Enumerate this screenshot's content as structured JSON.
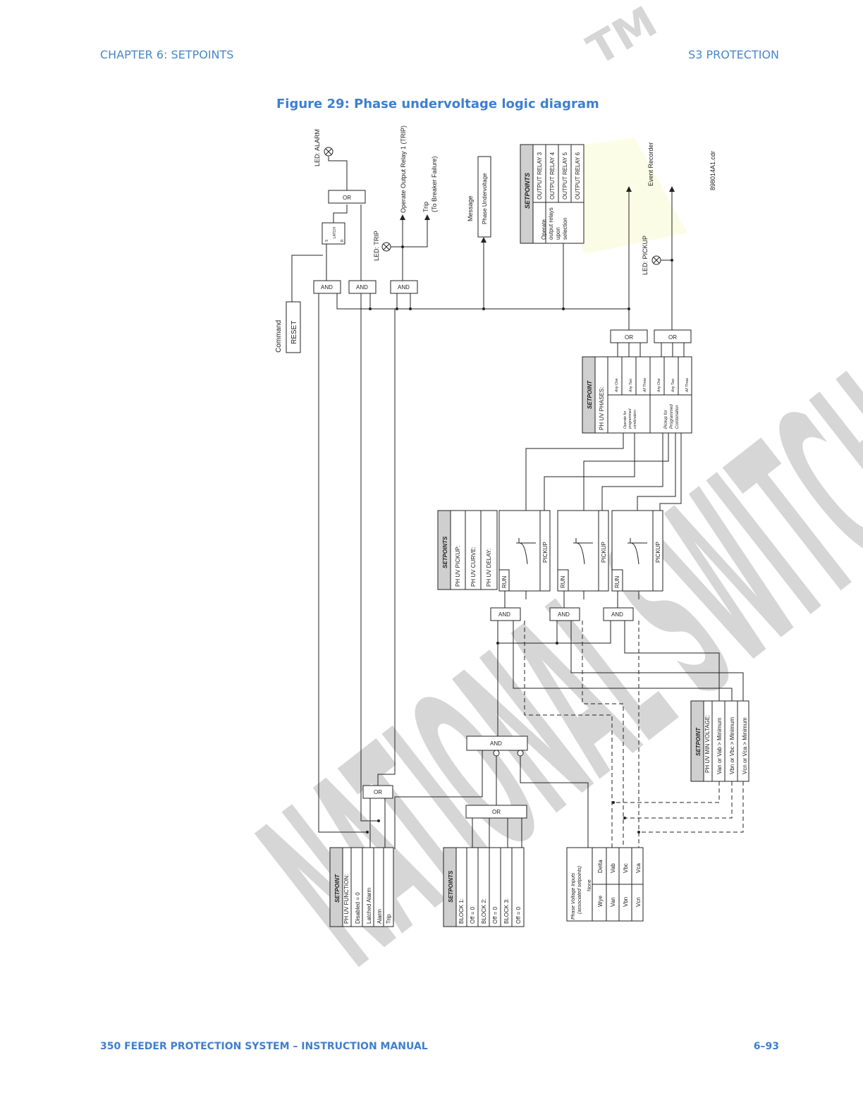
{
  "header": {
    "chapter": "CHAPTER 6: SETPOINTS",
    "section": "S3 PROTECTION"
  },
  "figure": {
    "title": "Figure 29: Phase undervoltage logic diagram",
    "code": "898014A1.cdr"
  },
  "footer": {
    "manual": "350 FEEDER PROTECTION SYSTEM – INSTRUCTION MANUAL",
    "page": "6–93"
  },
  "watermark": {
    "text": "NATIONAL SWITCHGEAR",
    "tm": "TM",
    "color": "#9e9e9e",
    "accent": "#e7f27a"
  },
  "gates": {
    "or": "OR",
    "and": "AND",
    "latch": "LATCH",
    "set": "S",
    "reset": "R",
    "run": "RUN",
    "pickup": "PICKUP"
  },
  "outputs": {
    "led_alarm": "LED: ALARM",
    "led_trip": "LED: TRIP",
    "led_pickup": "LED: PICKUP",
    "operate_relay": "Operate Output Relay 1 (TRIP)",
    "trip": "Trip",
    "trip_sub": "(To Breaker Failure)",
    "message": "Message",
    "message_value": "Phase Undervoltage",
    "event_recorder": "Event Recorder",
    "command": "Command",
    "reset": "RESET"
  },
  "relay_setpoints": {
    "title": "SETPOINTS",
    "label": [
      "Operate",
      "output relays",
      "upon",
      "selection"
    ],
    "relays": [
      "OUTPUT RELAY 3",
      "OUTPUT RELAY 4",
      "OUTPUT RELAY 5",
      "OUTPUT RELAY 6"
    ]
  },
  "phases_setpoint": {
    "title": "SETPOINT",
    "name": "PH UV PHASES:",
    "operate": [
      "Operate for",
      "programmed",
      "combination"
    ],
    "pickup": [
      "Pickup for",
      "Programmed",
      "Combination"
    ],
    "options": [
      "Any One",
      "Any Two",
      "All Three"
    ]
  },
  "uv_setpoints": {
    "title": "SETPOINTS",
    "items": [
      "PH UV PICKUP:",
      "PH UV CURVE:",
      "PH UV DELAY:"
    ]
  },
  "min_voltage": {
    "title": "SETPOINT",
    "name": "PH UV MIN VOLTAGE:",
    "items": [
      "Van or Vab > Minimum",
      "Vbn or Vbc > Minimum",
      "Vcn or Vca > Minimum"
    ]
  },
  "function": {
    "title": "SETPOINT",
    "name": "PH UV FUNCTION:",
    "options": [
      "Disabled = 0",
      "Latched Alarm",
      "Alarm",
      "Trip"
    ]
  },
  "blocks": {
    "title": "SETPOINTS",
    "items": [
      "BLOCK 1:",
      "Off = 0",
      "BLOCK 2:",
      "Off = 0",
      "BLOCK 3:",
      "Off = 0"
    ]
  },
  "voltage_inputs": {
    "title": [
      "Phase Voltage Inputs",
      "(associated setpoints)"
    ],
    "none": "None",
    "wye": [
      "Wye",
      "Van",
      "Vbn",
      "Vcn"
    ],
    "delta": [
      "Delta",
      "Vab",
      "Vbc",
      "Vca"
    ]
  }
}
